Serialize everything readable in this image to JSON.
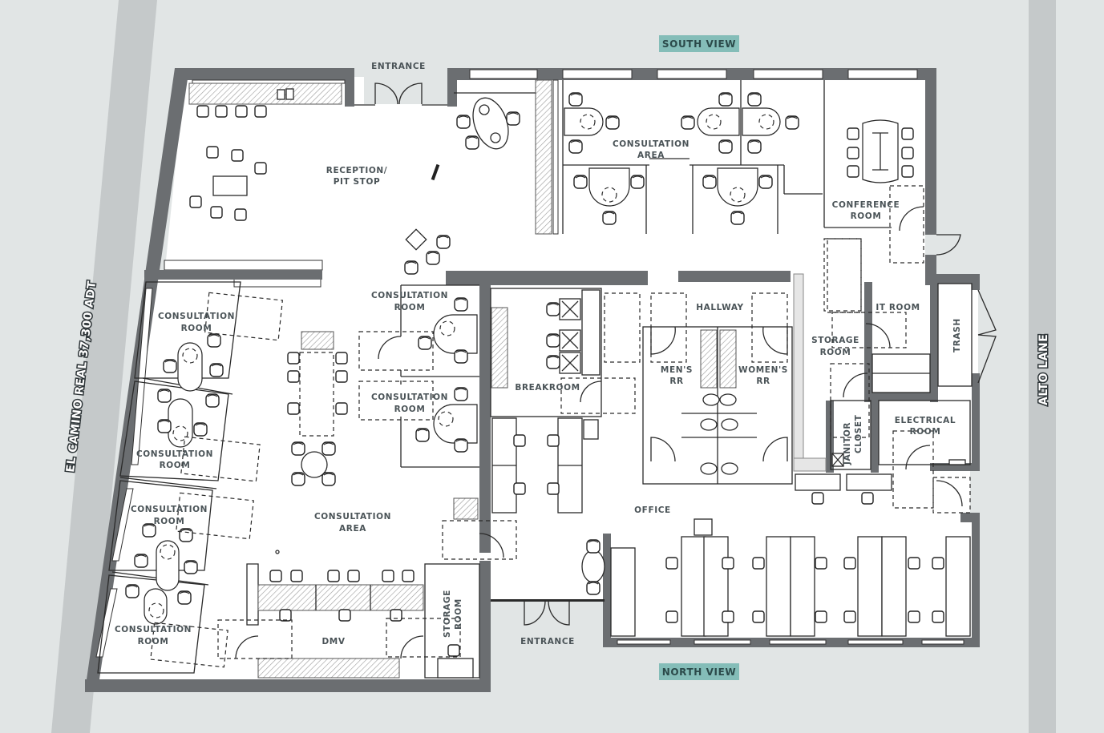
{
  "streets": {
    "west": "EL CAMINO REAL  37,300 ADT",
    "east": "ALTO LANE"
  },
  "view_tags": {
    "south": "SOUTH VIEW",
    "north": "NORTH VIEW",
    "color": "#84bdb8"
  },
  "entrances": {
    "top": "ENTRANCE",
    "bottom": "ENTRANCE"
  },
  "rooms": {
    "reception": [
      "RECEPTION/",
      "PIT STOP"
    ],
    "consult_area_top": [
      "CONSULTATION",
      "AREA"
    ],
    "conference": [
      "CONFERENCE",
      "ROOM"
    ],
    "consult_room_left1": [
      "CONSULTATION",
      "ROOM"
    ],
    "consult_room_left2": [
      "CONSULTATION",
      "ROOM"
    ],
    "consult_room_left3": [
      "CONSULTATION",
      "ROOM"
    ],
    "consult_room_left4": [
      "CONSULTATION",
      "ROOM"
    ],
    "consult_room_mid1": [
      "CONSULTATION",
      "ROOM"
    ],
    "consult_room_mid2": [
      "CONSULTATION",
      "ROOM"
    ],
    "consult_area_main": [
      "CONSULTATION",
      "AREA"
    ],
    "breakroom": "BREAKROOM",
    "hallway": "HALLWAY",
    "mens_rr": [
      "MEN'S",
      "RR"
    ],
    "womens_rr": [
      "WOMEN'S",
      "RR"
    ],
    "storage_room": [
      "STORAGE",
      "ROOM"
    ],
    "it_room": "IT ROOM",
    "trash": "TRASH",
    "janitor": [
      "JANITOR",
      "CLOSET"
    ],
    "electrical": [
      "ELECTRICAL",
      "ROOM"
    ],
    "office": "OFFICE",
    "dmv": "DMV",
    "storage_bottom": [
      "STORAGE",
      "ROOM"
    ]
  },
  "colors": {
    "background": "#e1e5e5",
    "street": "#c5c9ca",
    "wall": "#6b6e71",
    "label": "#4a5357",
    "tag": "#84bdb8"
  }
}
